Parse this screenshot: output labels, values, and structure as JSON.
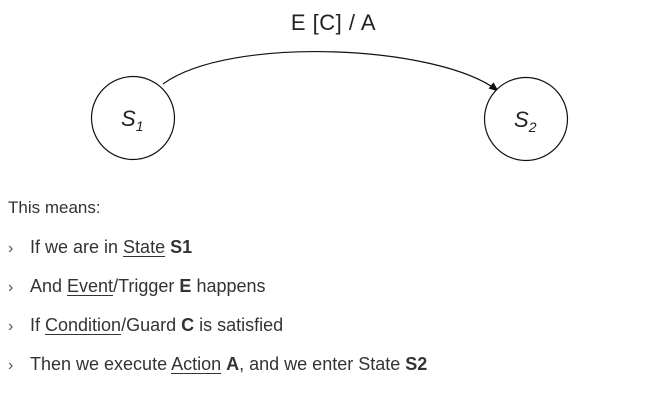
{
  "diagram": {
    "transition_label": "E [C] / A",
    "states": [
      {
        "name": "S",
        "subscript": "1"
      },
      {
        "name": "S",
        "subscript": "2"
      }
    ]
  },
  "explanation": {
    "intro": "This means:",
    "bullet": "›",
    "items": [
      {
        "parts": [
          {
            "text": "If we are in ",
            "style": "plain"
          },
          {
            "text": "State",
            "style": "underline"
          },
          {
            "text": " ",
            "style": "plain"
          },
          {
            "text": "S1",
            "style": "bold"
          }
        ]
      },
      {
        "parts": [
          {
            "text": "And ",
            "style": "plain"
          },
          {
            "text": "Event",
            "style": "underline"
          },
          {
            "text": "/Trigger ",
            "style": "plain"
          },
          {
            "text": "E",
            "style": "bold"
          },
          {
            "text": " happens",
            "style": "plain"
          }
        ]
      },
      {
        "parts": [
          {
            "text": "If ",
            "style": "plain"
          },
          {
            "text": "Condition",
            "style": "underline"
          },
          {
            "text": "/Guard ",
            "style": "plain"
          },
          {
            "text": "C",
            "style": "bold"
          },
          {
            "text": " is satisfied",
            "style": "plain"
          }
        ]
      },
      {
        "parts": [
          {
            "text": "Then we execute ",
            "style": "plain"
          },
          {
            "text": "Action",
            "style": "underline"
          },
          {
            "text": " ",
            "style": "plain"
          },
          {
            "text": "A",
            "style": "bold"
          },
          {
            "text": ", and we enter State ",
            "style": "plain"
          },
          {
            "text": "S2",
            "style": "bold"
          }
        ]
      }
    ]
  }
}
